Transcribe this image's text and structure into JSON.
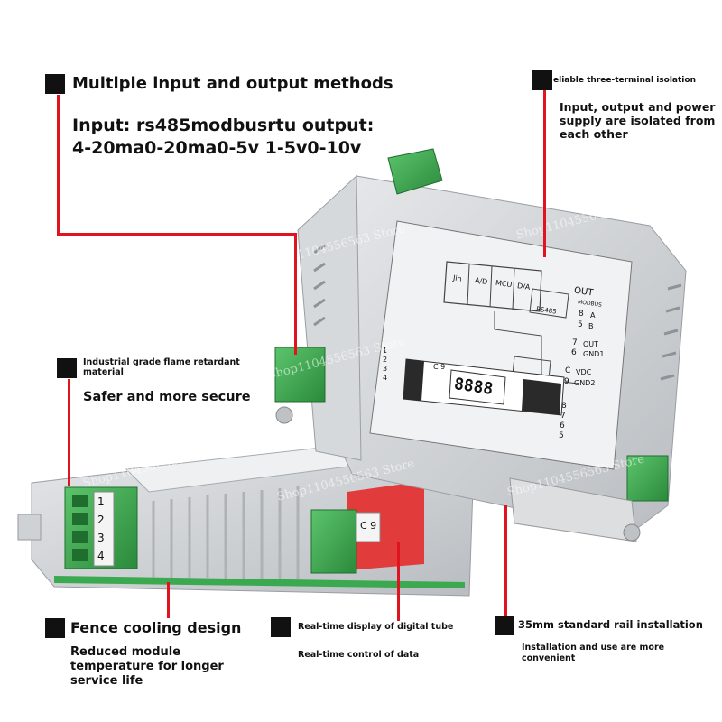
{
  "features": {
    "io": {
      "title": "Multiple input and output methods",
      "line1": "Input: rs485modbusrtu output:",
      "line2": "4-20ma0-20ma0-5v 1-5v0-10v"
    },
    "isolation": {
      "title": "eliable three-terminal isolation",
      "line1": "Input, output and power",
      "line2": "supply are isolated from",
      "line3": "each other"
    },
    "flame": {
      "title_line1": "Industrial grade flame retardant",
      "title_line2": "material",
      "subtitle": "Safer and more secure"
    },
    "cooling": {
      "title": "Fence cooling design",
      "line1": "Reduced module",
      "line2": "temperature for longer",
      "line3": "service life"
    },
    "display": {
      "title": "Real-time display of digital tube",
      "subtitle": "Real-time control of data"
    },
    "rail": {
      "title": "35mm standard rail installation",
      "line1": "Installation and use are more",
      "line2": "convenient"
    }
  },
  "device_label": {
    "blocks": [
      "Jin",
      "A/D",
      "MCU",
      "D/A"
    ],
    "out_label": "OUT",
    "out_sub": "MODBUS",
    "rs485": "RS485",
    "terminals_right": [
      "A",
      "B",
      "OUT",
      "GND1",
      "VDC",
      "GND2"
    ],
    "terminal_nums_right": [
      "8",
      "5",
      "7",
      "6",
      "C",
      "9"
    ],
    "terminal_nums_left": [
      "1",
      "2",
      "3",
      "4"
    ],
    "display_value": "8888",
    "left_terminal_label": "C 9",
    "front_terminal_nums": [
      "1",
      "2",
      "3",
      "4"
    ],
    "front_connector_label": "C 9",
    "right_connector_nums": [
      "8",
      "7",
      "6",
      "5"
    ]
  },
  "watermarks": [
    "Shop1104556563 Store",
    "Shop1104556563 Store",
    "Shop1104556563 Store",
    "Shop1104556563 Store",
    "Shop1104556563 Store",
    "Shop1104556563 Store",
    "Shop1104556563 Store",
    "Shop1104556563 Store"
  ],
  "colors": {
    "accent_red": "#e0141e",
    "housing_gray": "#d9dcdf",
    "terminal_green": "#3aa94f",
    "display_red": "#e23b3b"
  }
}
